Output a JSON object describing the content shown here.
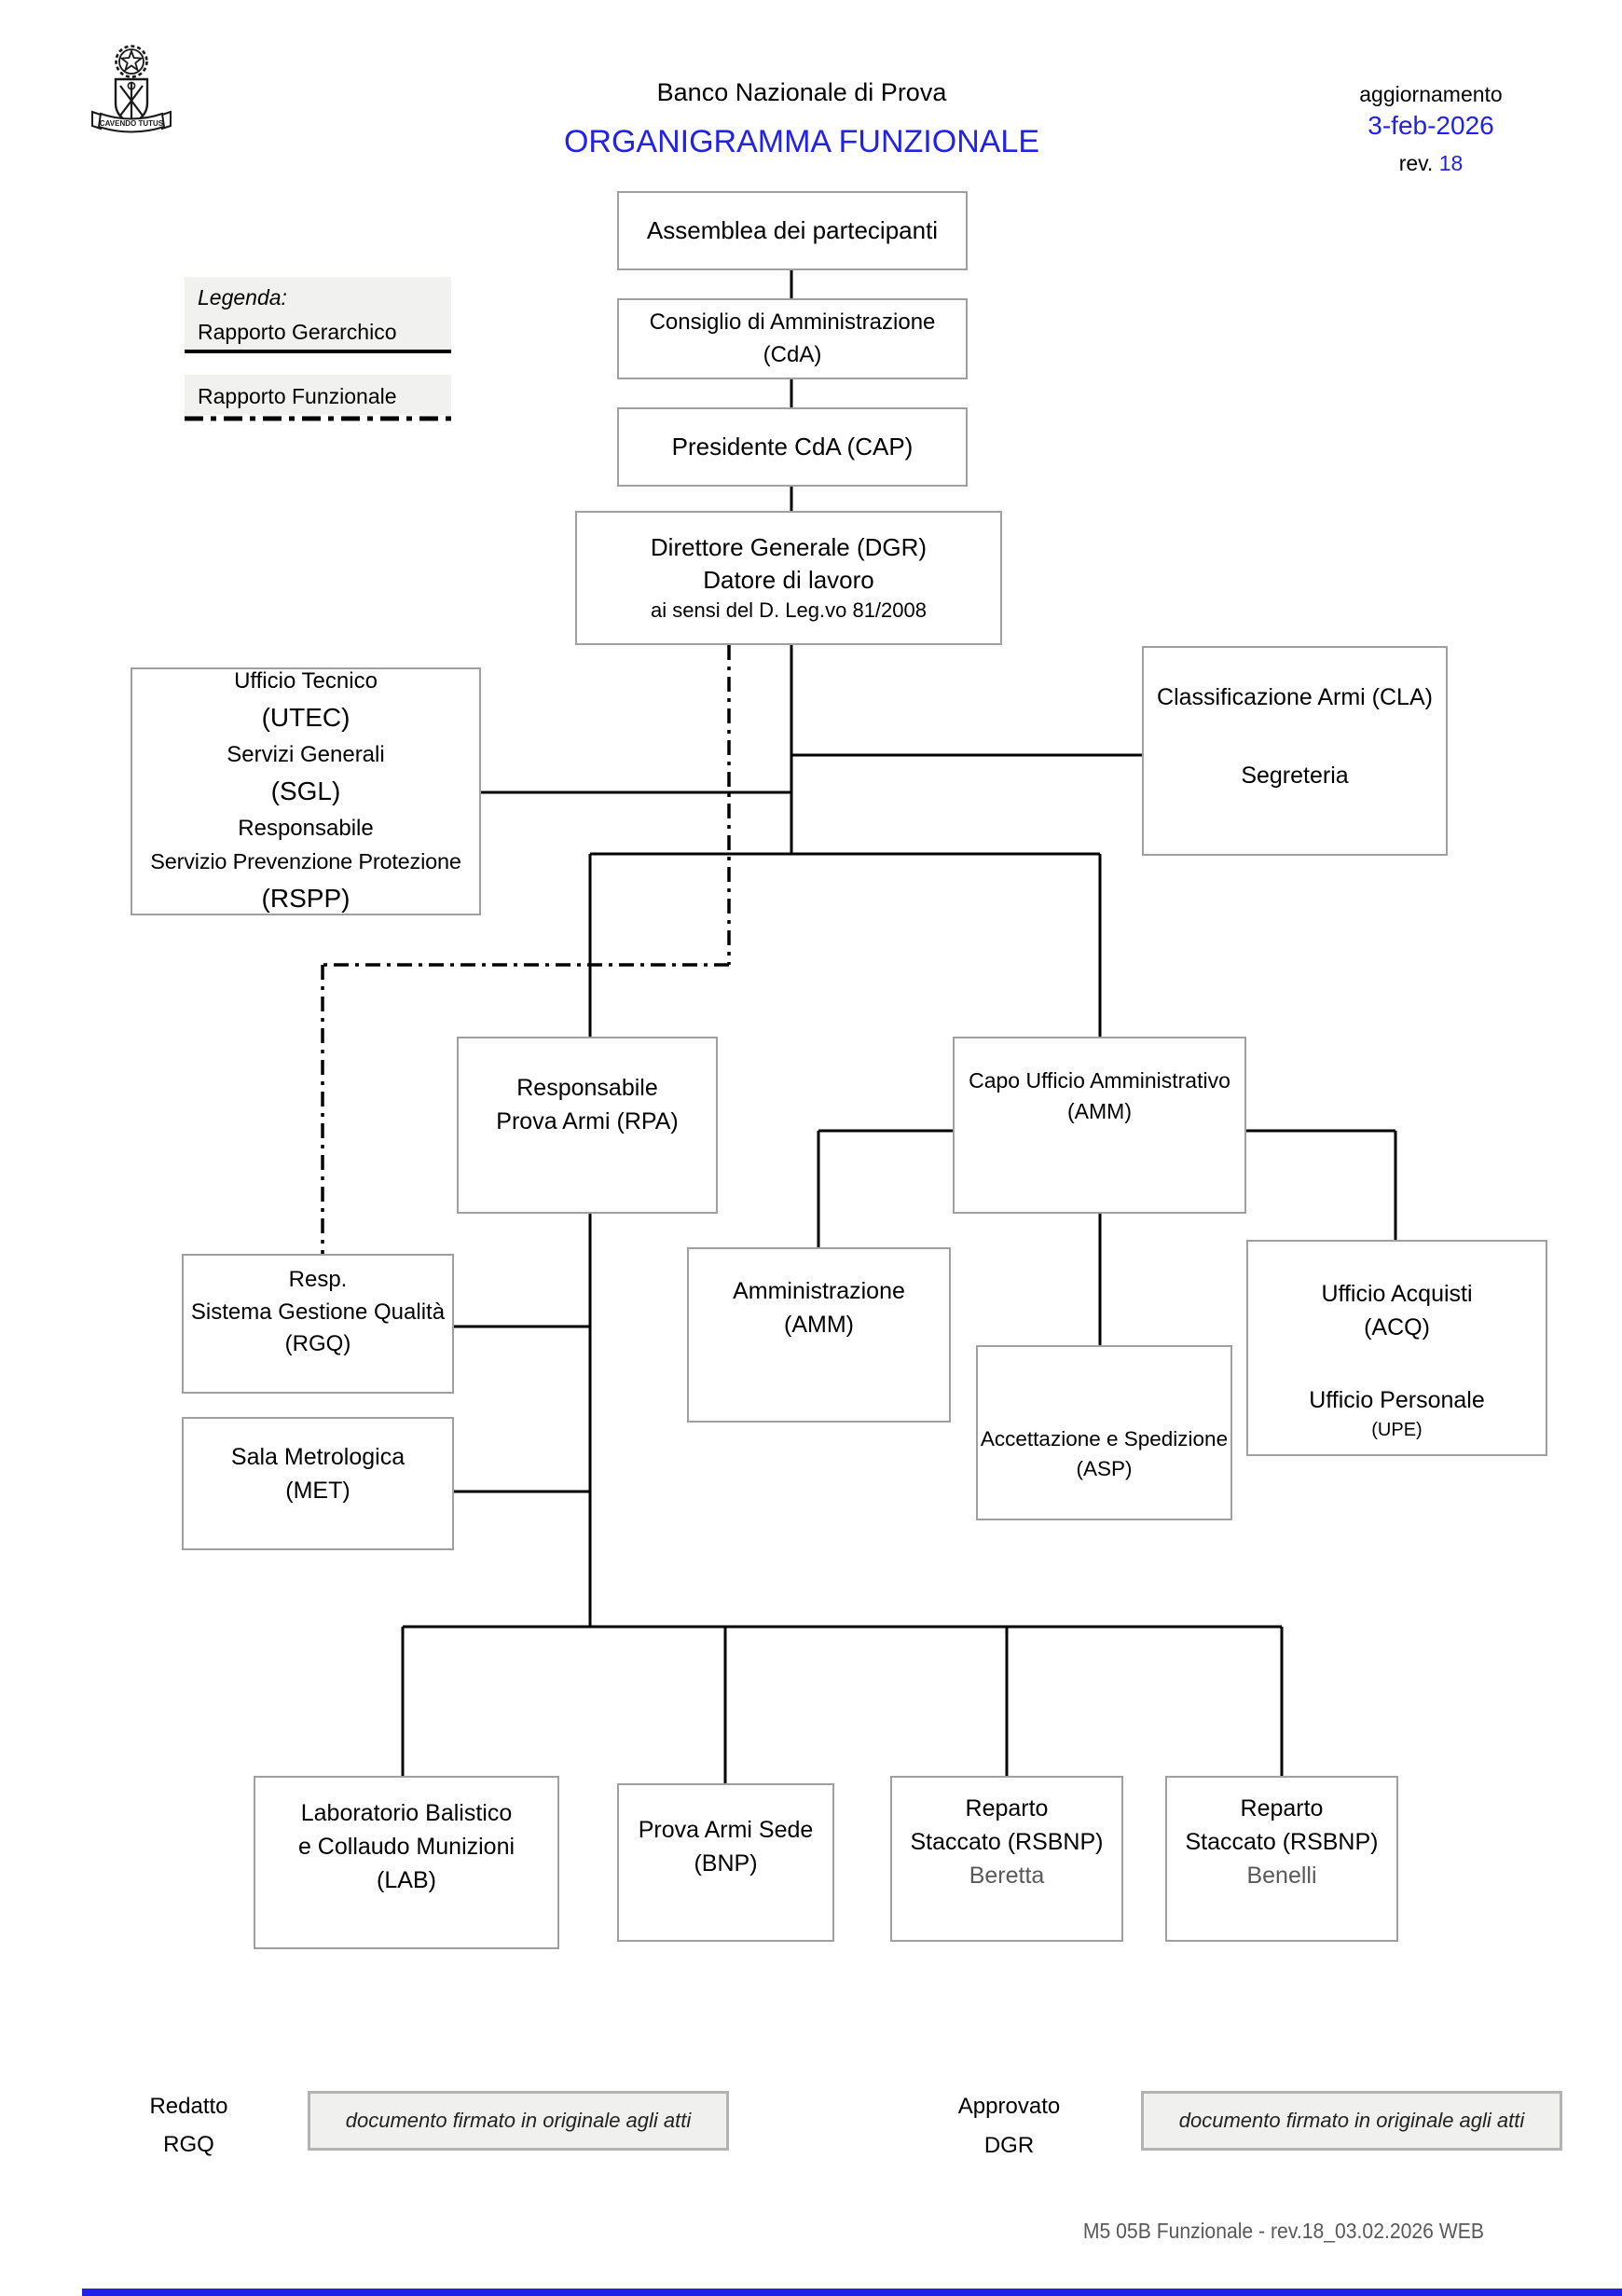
{
  "header": {
    "org_name": "Banco Nazionale di Prova",
    "title": "ORGANIGRAMMA FUNZIONALE",
    "update_label": "aggiornamento",
    "update_date": "3-feb-2026",
    "rev_label": "rev.",
    "rev_number": "18",
    "logo_motto": "CAVENDO TUTUS"
  },
  "legend": {
    "title": "Legenda:",
    "hierarchical_label": "Rapporto Gerarchico",
    "functional_label": "Rapporto Funzionale"
  },
  "nodes": {
    "assemblea": {
      "lines": [
        "Assemblea dei partecipanti"
      ]
    },
    "cda": {
      "lines": [
        "Consiglio di Amministrazione (CdA)"
      ]
    },
    "cap": {
      "lines": [
        "Presidente CdA (CAP)"
      ]
    },
    "dgr": {
      "lines": [
        "Direttore Generale (DGR)",
        "Datore di lavoro",
        "ai sensi del D. Leg.vo 81/2008"
      ]
    },
    "utec": {
      "lines": [
        "Ufficio Tecnico",
        "(UTEC)",
        "Servizi Generali",
        "(SGL)",
        "Responsabile",
        "Servizio Prevenzione Protezione",
        "(RSPP)"
      ]
    },
    "cla": {
      "lines": [
        "Classificazione Armi (CLA)",
        "Segreteria"
      ]
    },
    "rpa": {
      "lines": [
        "Responsabile",
        "Prova Armi (RPA)"
      ]
    },
    "amm_capo": {
      "lines": [
        "Capo Ufficio Amministrativo",
        "(AMM)"
      ]
    },
    "rgq": {
      "lines": [
        "Resp.",
        "Sistema Gestione Qualità",
        "(RGQ)"
      ]
    },
    "met": {
      "lines": [
        "Sala Metrologica",
        "(MET)"
      ]
    },
    "amm": {
      "lines": [
        "Amministrazione",
        "(AMM)"
      ]
    },
    "asp": {
      "lines": [
        "Accettazione e Spedizione",
        "(ASP)"
      ]
    },
    "acq_upe": {
      "lines": [
        "Ufficio Acquisti",
        "(ACQ)",
        "Ufficio Personale",
        "(UPE)"
      ]
    },
    "lab": {
      "lines": [
        "Laboratorio Balistico",
        "e Collaudo Munizioni",
        "(LAB)"
      ]
    },
    "bnp": {
      "lines": [
        "Prova Armi Sede",
        "(BNP)"
      ]
    },
    "rsbnp_beretta": {
      "lines": [
        "Reparto",
        "Staccato (RSBNP)",
        "Beretta"
      ]
    },
    "rsbnp_benelli": {
      "lines": [
        "Reparto",
        "Staccato (RSBNP)",
        "Benelli"
      ]
    }
  },
  "footer": {
    "drafted_label": "Redatto",
    "drafted_by": "RGQ",
    "approved_label": "Approvato",
    "approved_by": "DGR",
    "signed_note": "documento firmato in originale agli atti",
    "doc_ref": "M5 05B Funzionale - rev.18_03.02.2026 WEB"
  },
  "colors": {
    "accent_blue": "#2121e8",
    "muted_gray": "#595959"
  }
}
